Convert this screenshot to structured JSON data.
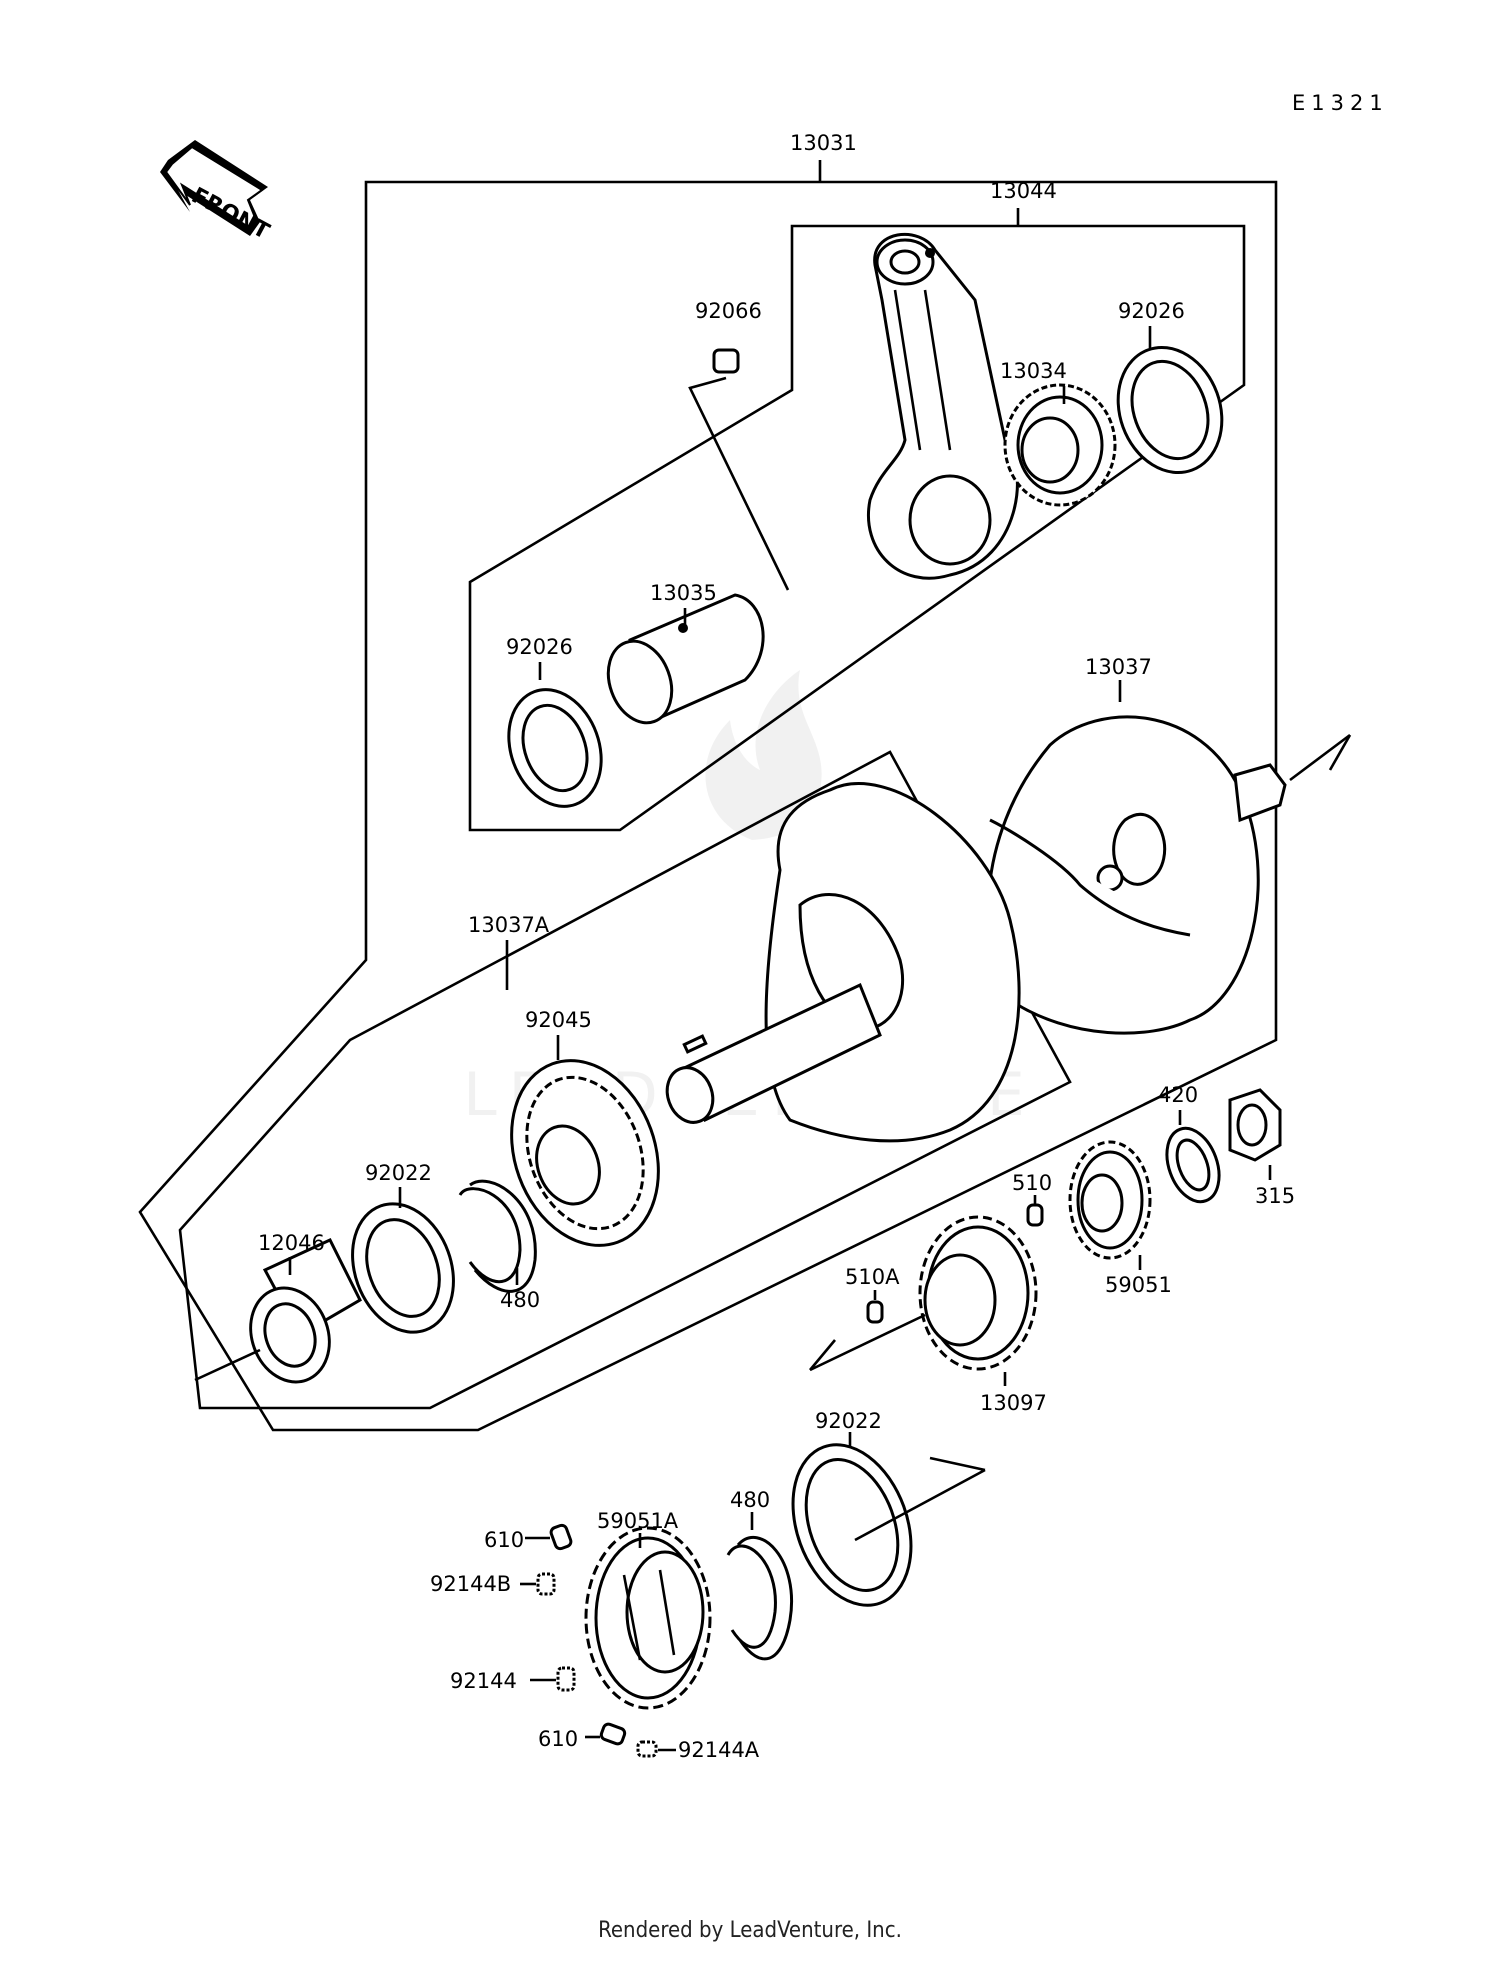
{
  "diagram_code": "E1321",
  "front_label": "FRONT",
  "parts": {
    "p13031": "13031",
    "p13044": "13044",
    "p92066": "92066",
    "p92026_top": "92026",
    "p13034": "13034",
    "p13035": "13035",
    "p92026_left": "92026",
    "p13037": "13037",
    "p13037A": "13037A",
    "p92045": "92045",
    "p420": "420",
    "p315": "315",
    "p92022_a": "92022",
    "p510": "510",
    "p12046": "12046",
    "p480_a": "480",
    "p59051": "59051",
    "p510A": "510A",
    "p13097": "13097",
    "p92022_b": "92022",
    "p480_b": "480",
    "p610_a": "610",
    "p59051A": "59051A",
    "p92144B": "92144B",
    "p92144": "92144",
    "p610_b": "610",
    "p92144A": "92144A"
  },
  "watermark": "LEADVENTURE",
  "footer": "Rendered by LeadVenture, Inc."
}
